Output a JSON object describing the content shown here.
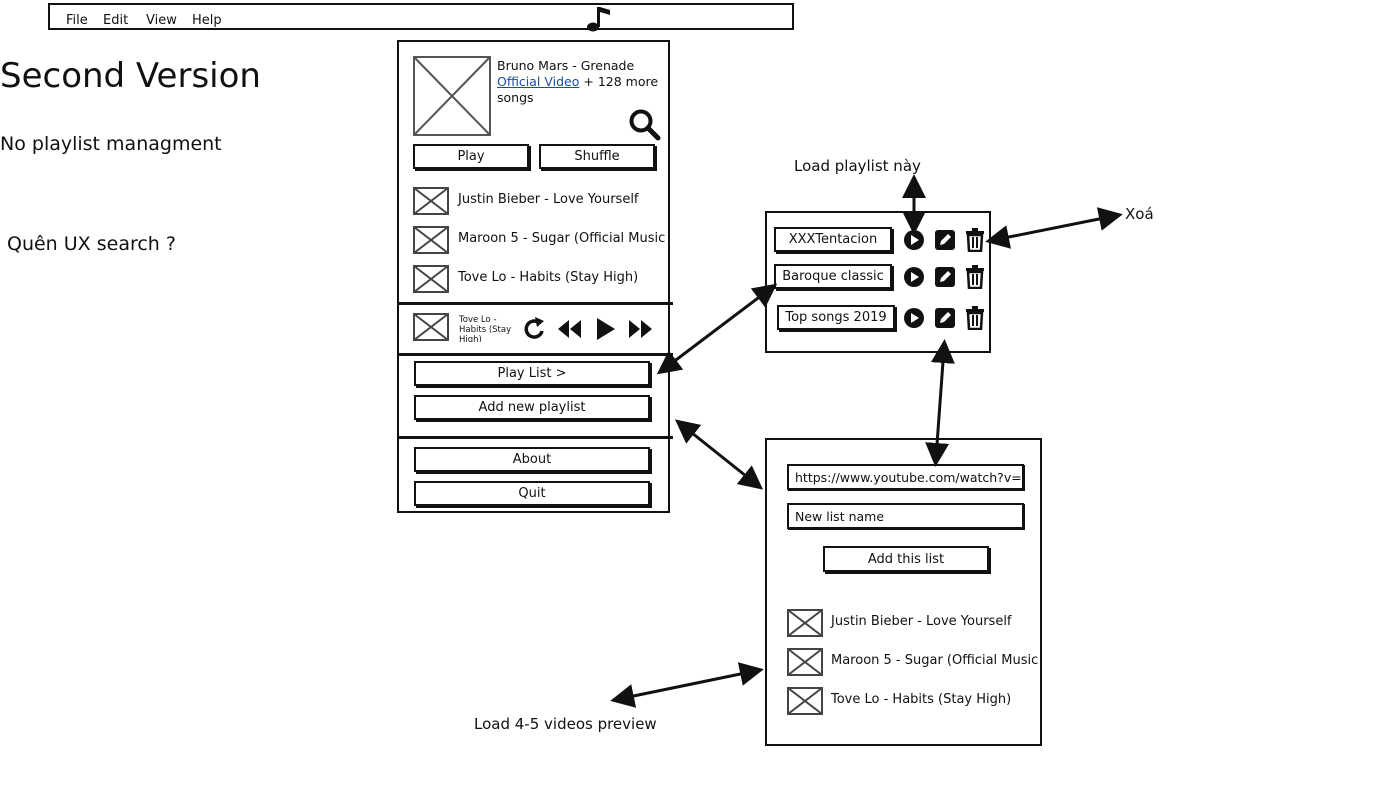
{
  "menu": {
    "items": [
      "File",
      "Edit",
      "View",
      "Help"
    ]
  },
  "notes": {
    "title": "Second Version",
    "subtitle": "No playlist managment",
    "search_question": "Quên UX search ?",
    "load_playlist": "Load playlist này",
    "delete": "Xoá",
    "load_preview": "Load 4-5 videos preview"
  },
  "player": {
    "now_title": "Bruno Mars - Grenade",
    "link_text": "Official Video",
    "more_text": "+ 128 more",
    "more_text2": "songs",
    "play_label": "Play",
    "shuffle_label": "Shuffle",
    "songs": [
      "Justin Bieber - Love Yourself",
      "Maroon 5 - Sugar (Official Music",
      "Tove Lo - Habits (Stay High)"
    ],
    "mini_title": "Tove Lo - Habits (Stay High)",
    "playlist_label": "Play List >",
    "add_playlist_label": "Add new playlist",
    "about_label": "About",
    "quit_label": "Quit"
  },
  "playlists": {
    "items": [
      "XXXTentacion",
      "Baroque classic",
      "Top songs 2019"
    ]
  },
  "add_panel": {
    "url_value": "https://www.youtube.com/watch?v=tri",
    "name_placeholder": "New list name",
    "add_label": "Add this list",
    "songs": [
      "Justin Bieber - Love Yourself",
      "Maroon 5 - Sugar (Official Music",
      "Tove Lo - Habits (Stay High)"
    ]
  }
}
